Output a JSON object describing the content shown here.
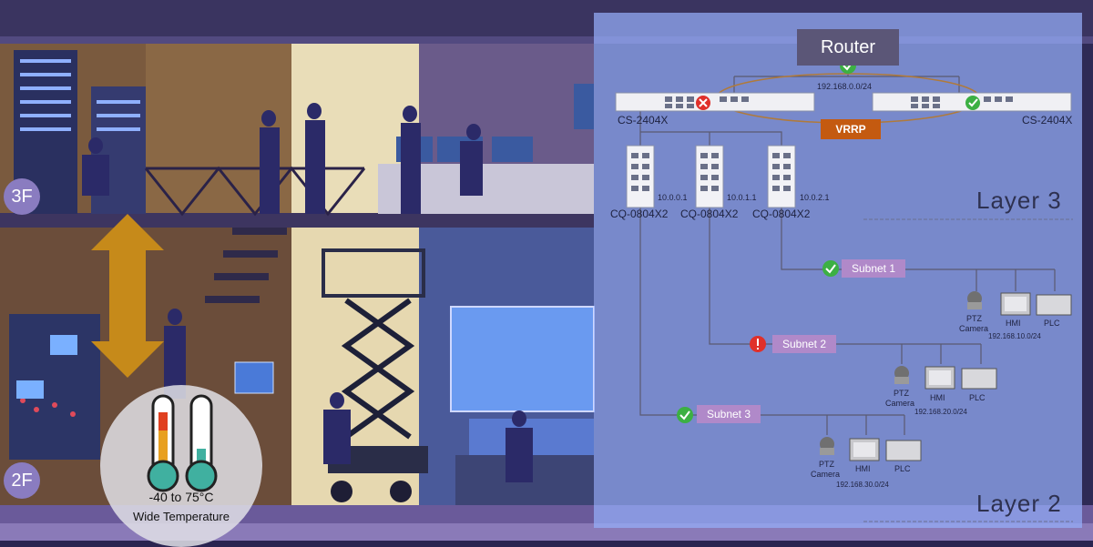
{
  "router": {
    "label": "Router"
  },
  "core_switches": [
    {
      "label": "CS-2404X"
    },
    {
      "label": "CS-2404X"
    }
  ],
  "core_network": {
    "label": "192.168.0.0/24"
  },
  "vrrp": {
    "label": "VRRP"
  },
  "access_switches": [
    {
      "label": "CQ-0804X2",
      "ip": "10.0.0.1"
    },
    {
      "label": "CQ-0804X2",
      "ip": "10.0.1.1"
    },
    {
      "label": "CQ-0804X2",
      "ip": "10.0.2.1"
    }
  ],
  "subnets": [
    {
      "label": "Subnet 1",
      "status": "ok",
      "network": "192.168.10.0/24",
      "devices": {
        "camera_line1": "PTZ",
        "camera_line2": "Camera",
        "hmi": "HMI",
        "plc": "PLC"
      }
    },
    {
      "label": "Subnet 2",
      "status": "error",
      "network": "192.168.20.0/24",
      "devices": {
        "camera_line1": "PTZ",
        "camera_line2": "Camera",
        "hmi": "HMI",
        "plc": "PLC"
      }
    },
    {
      "label": "Subnet 3",
      "status": "ok",
      "network": "192.168.30.0/24",
      "devices": {
        "camera_line1": "PTZ",
        "camera_line2": "Camera",
        "hmi": "HMI",
        "plc": "PLC"
      }
    }
  ],
  "layers": {
    "layer3": "Layer 3",
    "layer2": "Layer 2"
  },
  "floors": {
    "third": "3F",
    "second": "2F"
  },
  "temperature": {
    "range": "-40 to 75°C",
    "label": "Wide Temperature"
  },
  "colors": {
    "overlay": "#96aff8",
    "router": "#5b5677",
    "vrrp": "#c45a10",
    "subnet": "#b089c9",
    "ok": "#3cb043",
    "error": "#e0302a",
    "ellipse": "#b07a3a"
  }
}
